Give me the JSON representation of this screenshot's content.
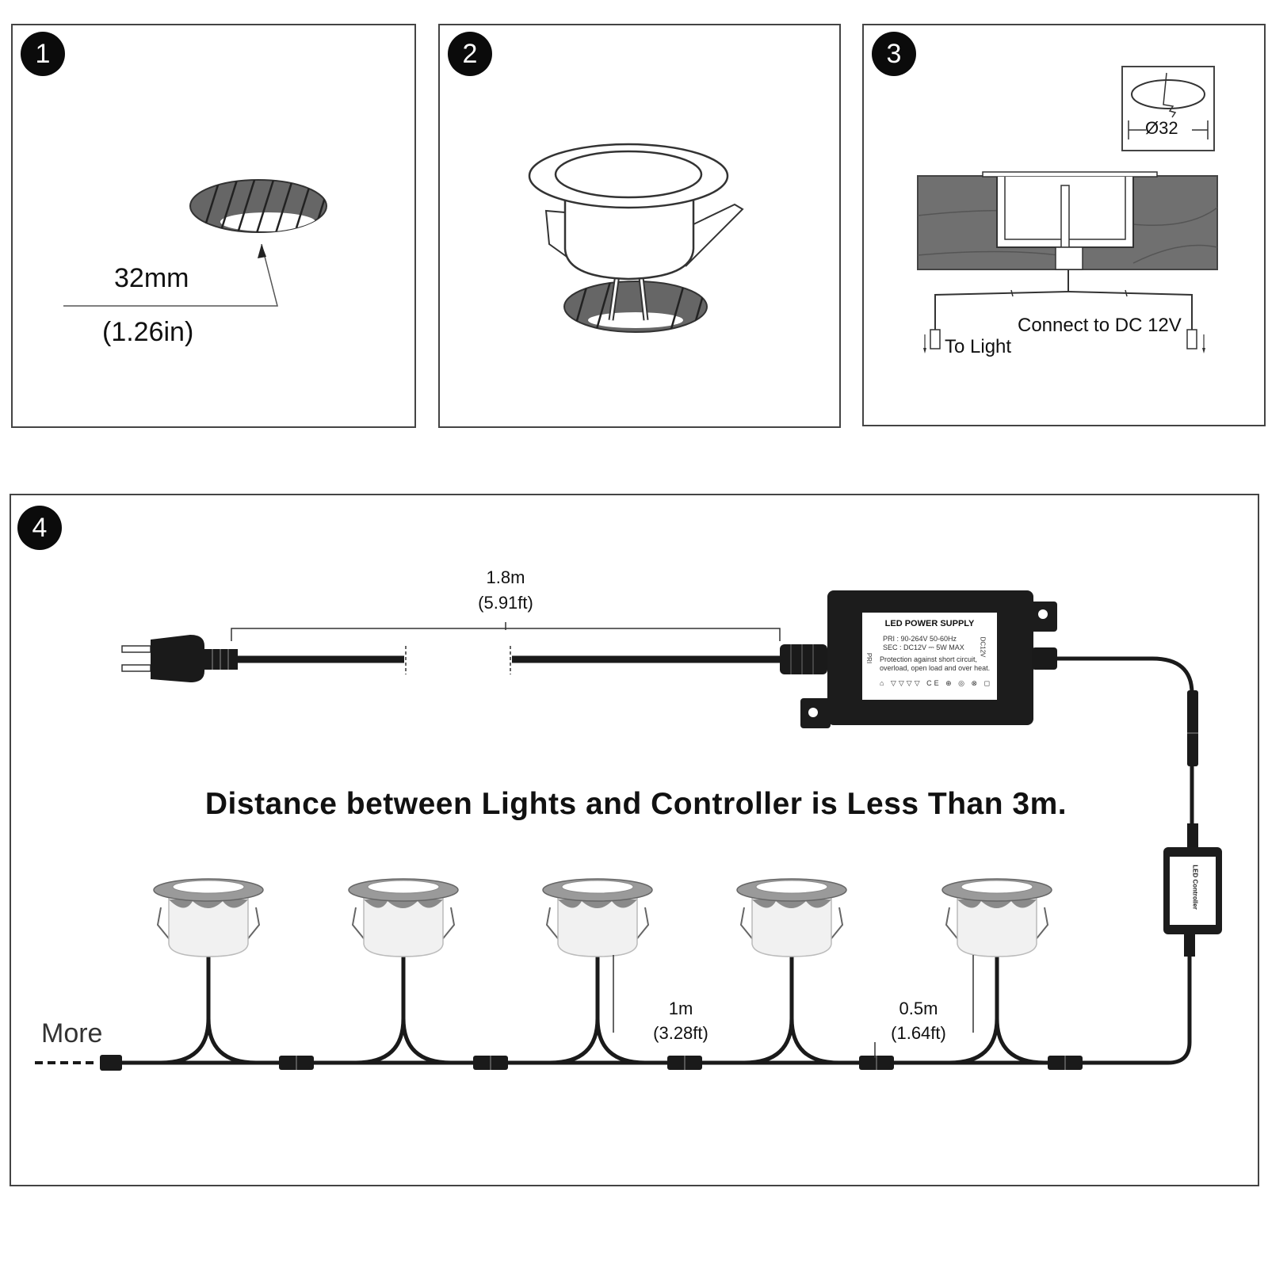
{
  "steps": [
    {
      "number": "1",
      "dimension": "32mm",
      "dimension_imperial": "(1.26in)"
    },
    {
      "number": "2"
    },
    {
      "number": "3",
      "hole_diameter": "Ø32",
      "to_light": "To Light",
      "connect": "Connect to DC 12V"
    },
    {
      "number": "4",
      "cable_length": "1.8m",
      "cable_length_imperial": "(5.91ft)",
      "headline": "Distance between Lights and Controller is Less Than 3m.",
      "more": "More",
      "spacing_long": "1m",
      "spacing_long_imperial": "(3.28ft)",
      "spacing_short": "0.5m",
      "spacing_short_imperial": "(1.64ft)",
      "power_supply": {
        "title": "LED POWER SUPPLY",
        "pri": "PRI : 90-264V  50-60Hz",
        "sec": "SEC : DC12V ⎓ 5W MAX",
        "protection_1": "Protection against short circuit,",
        "protection_2": "overload, open load and over heat.",
        "output_label": "DC12V",
        "input_label": "PRI"
      },
      "controller_label": "LED Controller"
    }
  ]
}
